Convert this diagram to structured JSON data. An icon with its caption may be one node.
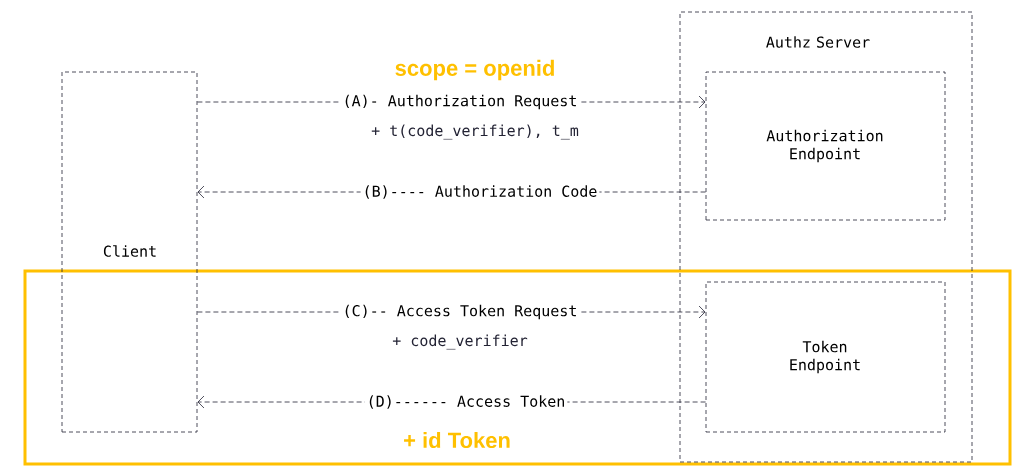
{
  "diagram": {
    "nodes": [
      {
        "text": [
          "Client"
        ]
      },
      {
        "text": [
          "Authz Server"
        ]
      },
      {
        "text": [
          "Authorization Endpoint"
        ],
        "in": 1
      },
      {
        "text": [
          "Token Endpoint"
        ],
        "in": 1
      }
    ],
    "edges": [
      {
        "from": 0,
        "to": 2,
        "arrow": "to",
        "label": "(A)- Authorization Request"
      },
      {
        "from": 2,
        "to": 0,
        "arrow": "to",
        "label": "(B)---- Authorization Code"
      },
      {
        "from": 0,
        "to": 3,
        "arrow": "to",
        "label": "(C)-- Access Token Request"
      },
      {
        "from": 3,
        "to": 0,
        "arrow": "to",
        "label": "(D)------ Access Token"
      }
    ],
    "labels": [
      "scope = openid",
      "+ t(code_verifier), t_m",
      "+ code_verifier",
      "+ id Token"
    ]
  }
}
